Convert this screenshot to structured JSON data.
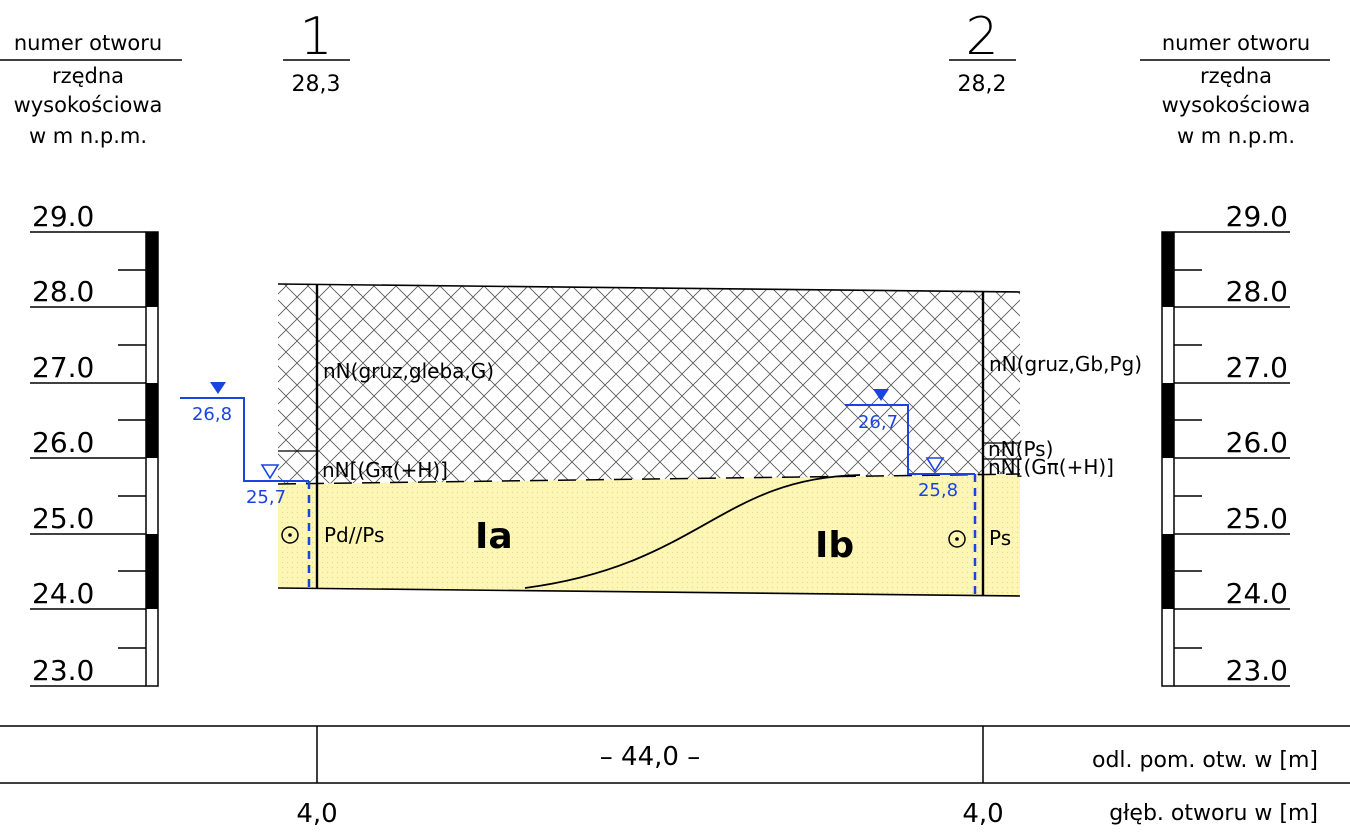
{
  "header": {
    "legend_left": {
      "line1": "numer otworu",
      "line2": "rzędna",
      "line3": "wysokościowa",
      "line4": "w m n.p.m."
    },
    "legend_right": {
      "line1": "numer otworu",
      "line2": "rzędna",
      "line3": "wysokościowa",
      "line4": "w m n.p.m."
    }
  },
  "boreholes": [
    {
      "number": "1",
      "elevation": "28,3",
      "water_stabilized": "26,8",
      "water_found": "25,7",
      "depth": "4,0"
    },
    {
      "number": "2",
      "elevation": "28,2",
      "water_stabilized": "26,7",
      "water_found": "25,8",
      "depth": "4,0"
    }
  ],
  "scale": {
    "ticks": [
      "29.0",
      "28.0",
      "27.0",
      "26.0",
      "25.0",
      "24.0",
      "23.0"
    ]
  },
  "layers": {
    "fill_left": "nN(gruz,gleba,G)",
    "fill_right": "nN(gruz,Gb,Pg)",
    "organic_left": "nN[(Gπ(+H)]",
    "organic_right_a": "nN(Ps)",
    "organic_right_b": "nN[(Gπ(+H)]",
    "sand_left": "Pd//Ps",
    "sand_right": "Ps",
    "zone_a": "Ia",
    "zone_b": "Ib"
  },
  "footer": {
    "distance_value": "– 44,0 –",
    "distance_label": "odl. pom. otw. w [m]",
    "depth_label": "głęb. otworu w [m]"
  },
  "colors": {
    "sand": "#fdf6b4",
    "water": "#1a44e0",
    "line": "#000000"
  }
}
